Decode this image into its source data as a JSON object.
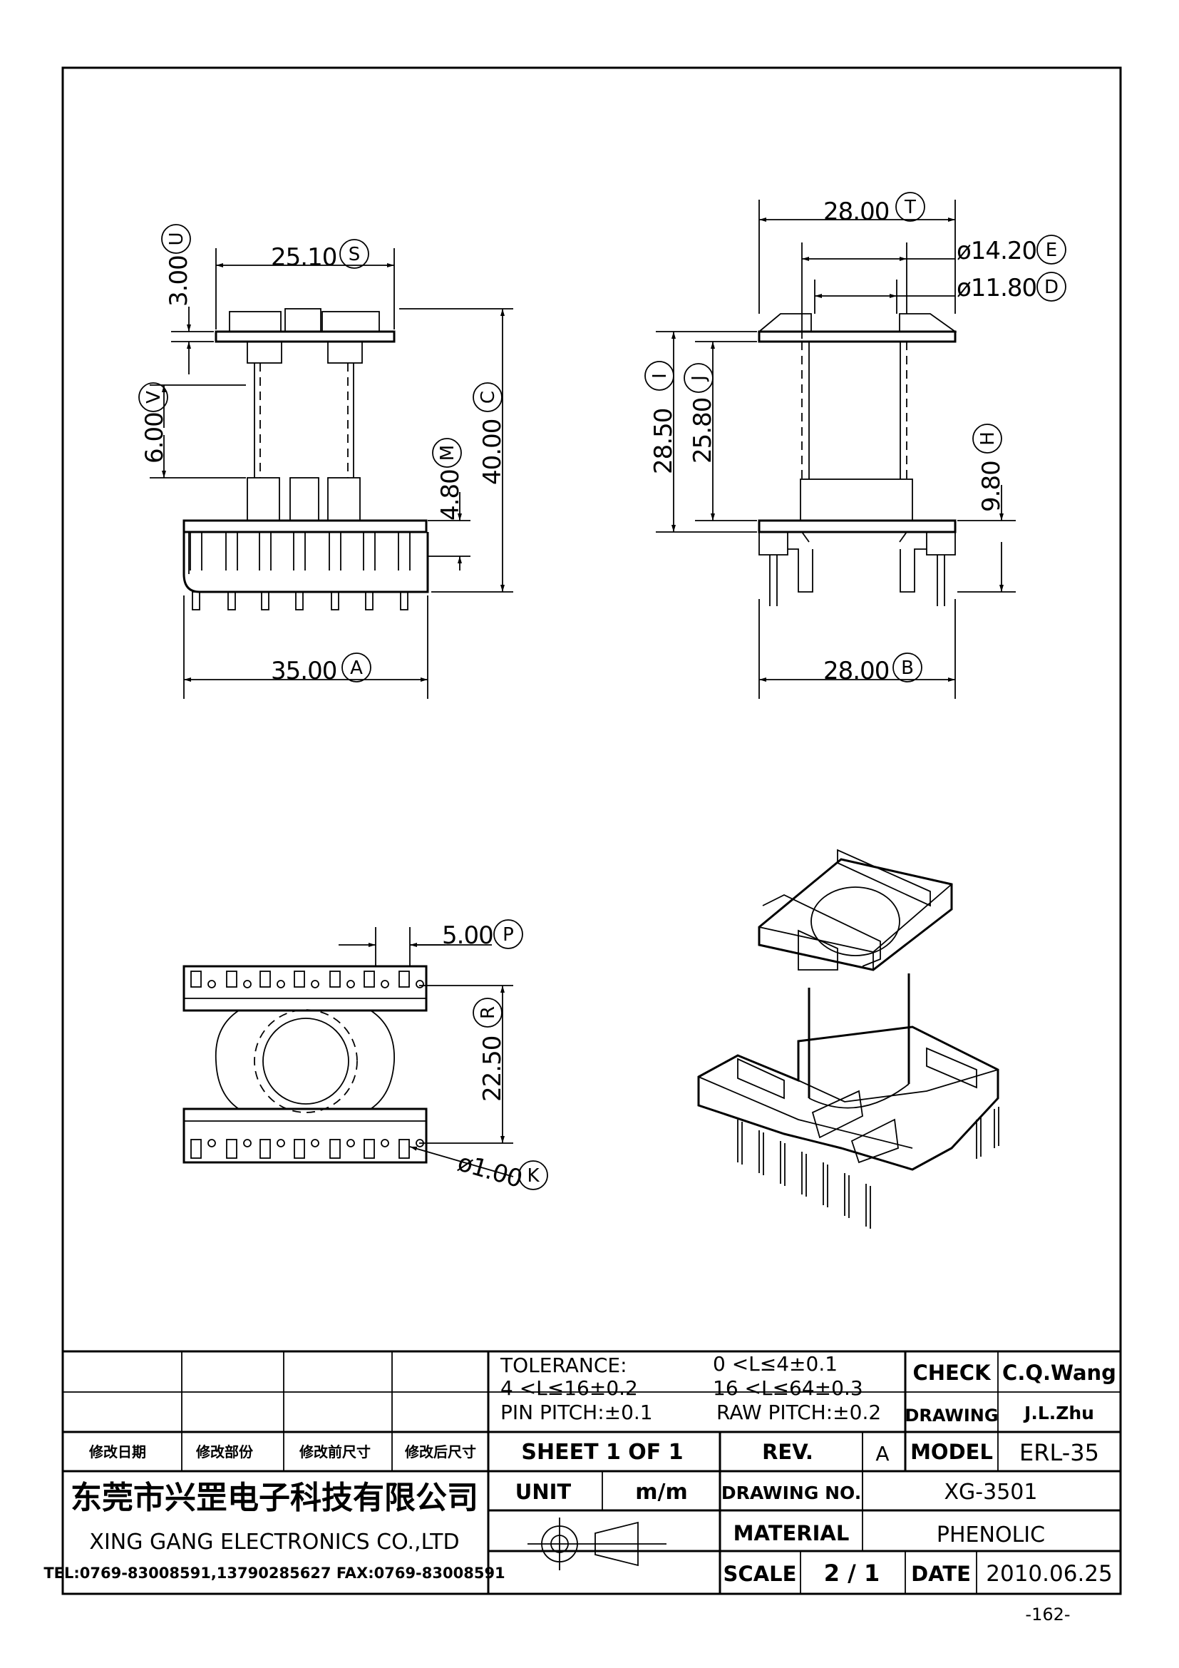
{
  "dims": {
    "a": "35.00",
    "b": "28.00",
    "c": "40.00",
    "d": "ø11.80",
    "e": "ø14.20",
    "h": "9.80",
    "i": "28.50",
    "j": "25.80",
    "k": "ø1.00",
    "m": "4.80",
    "p": "5.00",
    "r": "22.50",
    "s": "25.10",
    "t": "28.00",
    "u": "3.00",
    "v": "6.00"
  },
  "bubbles": {
    "a": "A",
    "b": "B",
    "c": "C",
    "d": "D",
    "e": "E",
    "h": "H",
    "i": "I",
    "j": "J",
    "k": "K",
    "m": "M",
    "p": "P",
    "r": "R",
    "s": "S",
    "t": "T",
    "u": "U",
    "v": "V"
  },
  "title_block": {
    "tolerance_label": "TOLERANCE:",
    "tol_1": "0 <L≤4±0.1",
    "tol_2": "4 <L≤16±0.2",
    "tol_3": "16 <L≤64±0.3",
    "pin_pitch": "PIN PITCH:±0.1",
    "raw_pitch": "RAW PITCH:±0.2",
    "check_label": "CHECK",
    "check_value": "C.Q.Wang",
    "drawing_label": "DRAWING",
    "drawing_value": "J.L.Zhu",
    "rev_date_cn": "修改日期",
    "rev_part_cn": "修改部份",
    "rev_before_cn": "修改前尺寸",
    "rev_after_cn": "修改后尺寸",
    "sheet": "SHEET 1 OF 1",
    "rev_label": "REV.",
    "rev_value": "A",
    "model_label": "MODEL",
    "model_value": "ERL-35",
    "company_cn": "东莞市兴罡电子科技有限公司",
    "company_en": "XING GANG ELECTRONICS CO.,LTD",
    "company_tel": "TEL:0769-83008591,13790285627 FAX:0769-83008591",
    "unit_label": "UNIT",
    "unit_value": "m/m",
    "drawing_no_label": "DRAWING NO.",
    "drawing_no_value": "XG-3501",
    "material_label": "MATERIAL",
    "material_value": "PHENOLIC",
    "scale_label": "SCALE",
    "scale_value": "2 / 1",
    "date_label": "DATE",
    "date_value": "2010.06.25"
  },
  "page_number": "-162-"
}
